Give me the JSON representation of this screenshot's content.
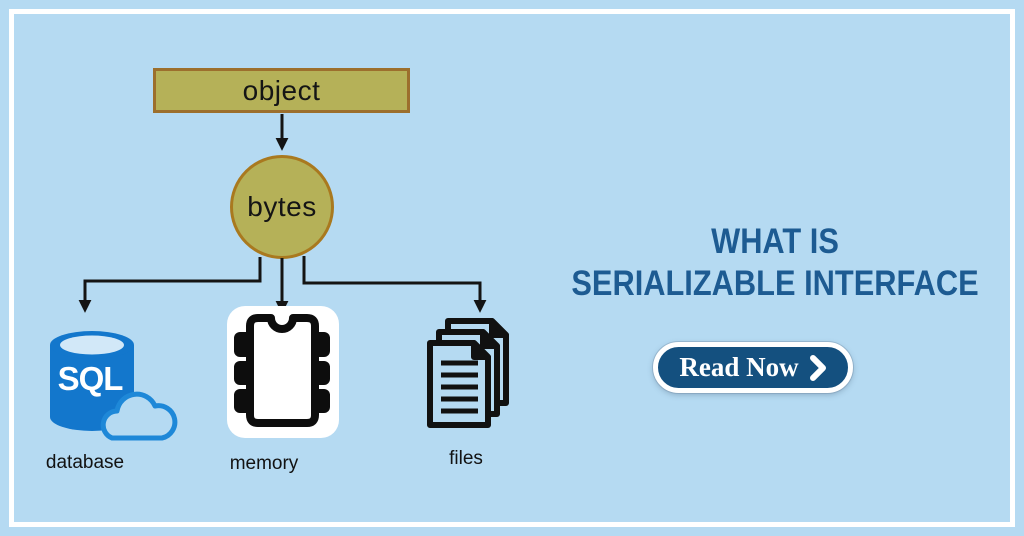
{
  "colors": {
    "background": "#b5daf2",
    "frame": "#ffffff",
    "olive": "#b5b158",
    "olive-border": "#9c6f2d",
    "circle-border": "#a9791f",
    "title": "#1d5b92",
    "navy": "#14507f",
    "db-blue": "#1377cc",
    "db-top": "#d2e8f8",
    "cloud-blue": "#1e88d8",
    "ink": "#141414"
  },
  "diagram": {
    "object_label": "object",
    "bytes_label": "bytes",
    "sql_label": "SQL",
    "targets": [
      {
        "label": "database"
      },
      {
        "label": "memory"
      },
      {
        "label": "files"
      }
    ]
  },
  "content": {
    "title_line1": "WHAT IS",
    "title_line2": "SERIALIZABLE INTERFACE",
    "cta_label": "Read Now",
    "cta_icon": "chevron-right"
  }
}
